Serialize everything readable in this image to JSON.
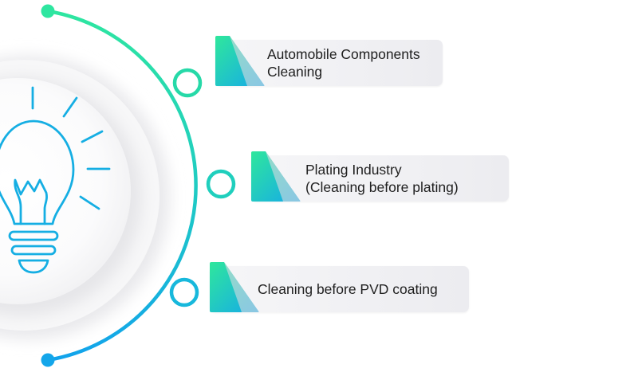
{
  "colors": {
    "gradient_start": "#29dfa0",
    "gradient_end": "#12a8ea",
    "card_bg": "#efeff2",
    "icon_stroke": "#15aee3",
    "text": "#1f1f1f"
  },
  "icon": "light-bulb-icon",
  "items": [
    {
      "line1": "Automobile Components",
      "line2": "Cleaning"
    },
    {
      "line1": "Plating Industry",
      "line2": "(Cleaning before plating)"
    },
    {
      "line1": "Cleaning before PVD coating",
      "line2": ""
    }
  ]
}
